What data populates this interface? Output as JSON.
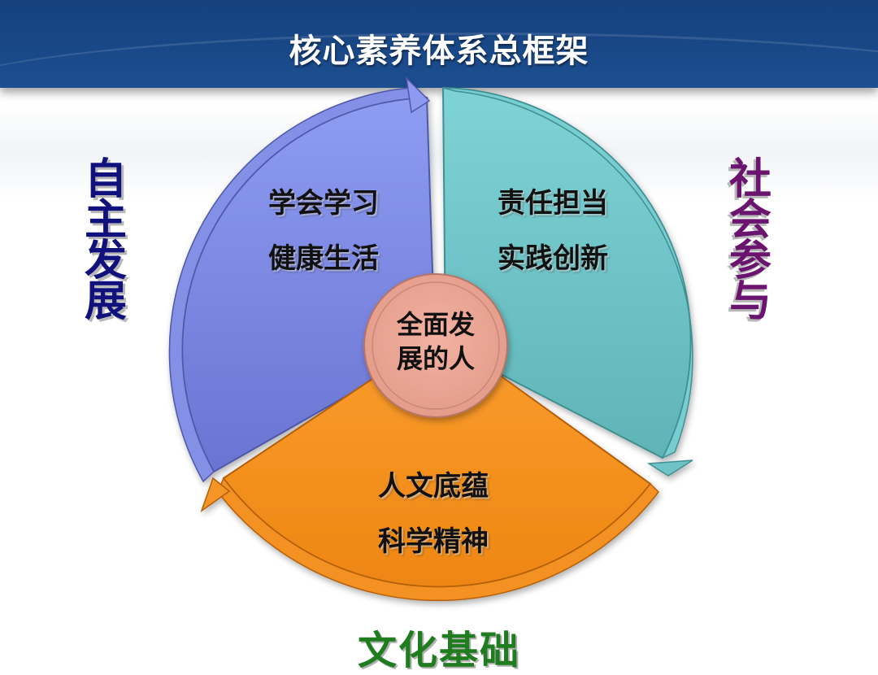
{
  "header": {
    "title": "核心素养体系总框架"
  },
  "diagram": {
    "center": {
      "line1": "全面发",
      "line2": "展的人",
      "color": "#eca796"
    },
    "segments": [
      {
        "name": "自主发展",
        "color": "#7b86e0",
        "items": [
          "学会学习",
          "健康生活"
        ]
      },
      {
        "name": "社会参与",
        "color": "#6cc6c9",
        "items": [
          "责任担当",
          "实践创新"
        ]
      },
      {
        "name": "文化基础",
        "color": "#f7901e",
        "items": [
          "人文底蕴",
          "科学精神"
        ]
      }
    ],
    "labels": {
      "left": [
        "自",
        "主",
        "发",
        "展"
      ],
      "right": [
        "社",
        "会",
        "参",
        "与"
      ],
      "bottom": "文化基础"
    },
    "label_colors": {
      "left": "#11117e",
      "right": "#6a1470",
      "bottom": "#1f7d1f"
    }
  }
}
